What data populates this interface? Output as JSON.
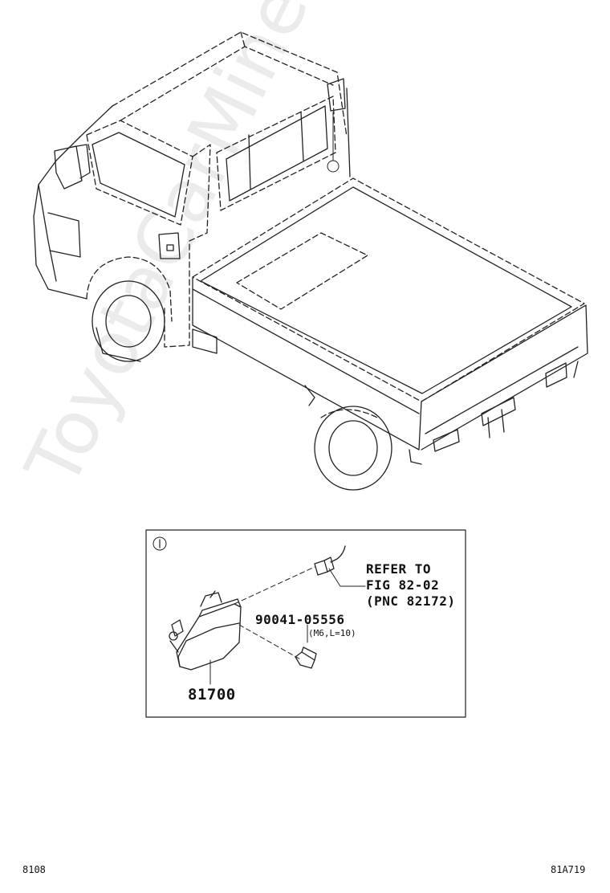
{
  "watermark": "ToyotaCarMine.ru",
  "callout": {
    "marker": "1"
  },
  "detail": {
    "part_main": "81700",
    "part_bolt": "90041-05556",
    "bolt_spec": "(M6,L=10)",
    "refer_line1": "REFER TO",
    "refer_line2": "FIG 82-02",
    "refer_line3": "(PNC 82172)"
  },
  "footer": {
    "page_code": "8108",
    "figure_code": "81A719"
  }
}
